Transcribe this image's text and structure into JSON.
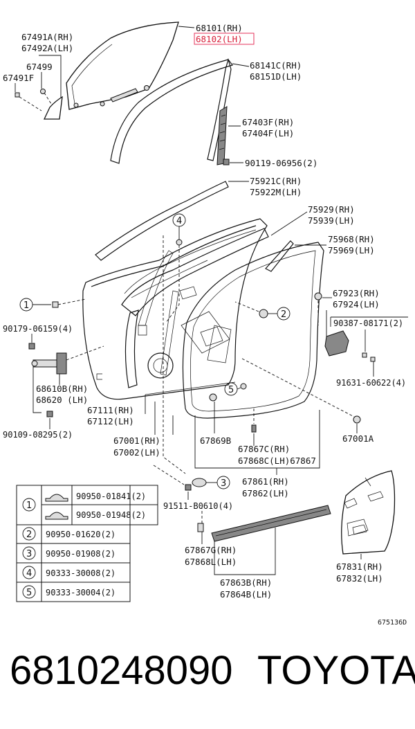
{
  "labels": {
    "p68101": "68101(RH)",
    "p68102": "68102(LH)",
    "p67491a": "67491A(RH)",
    "p67492a": "67492A(LH)",
    "p67499": "67499",
    "p67491f": "67491F",
    "p68141c": "68141C(RH)",
    "p68151d": "68151D(LH)",
    "p67403f": "67403F(RH)",
    "p67404f": "67404F(LH)",
    "p90119": "90119-06956(2)",
    "p75921c": "75921C(RH)",
    "p75922m": "75922M(LH)",
    "p75929": "75929(RH)",
    "p75939": "75939(LH)",
    "p75968": "75968(RH)",
    "p75969": "75969(LH)",
    "p67923": "67923(RH)",
    "p67924": "67924(LH)",
    "p90387": "90387-08171(2)",
    "p91631": "91631-60622(4)",
    "p90179": "90179-06159(4)",
    "p68610b": "68610B(RH)",
    "p68620": "68620  (LH)",
    "p67111": "67111(RH)",
    "p67112": "67112(LH)",
    "p90109": "90109-08295(2)",
    "p67001": "67001(RH)",
    "p67002": "67002(LH)",
    "p67869b": "67869B",
    "p67867c": "67867C(RH)",
    "p67868c": "67868C(LH)67867",
    "p67001a": "67001A",
    "p91511": "91511-B0610(4)",
    "p67861": "67861(RH)",
    "p67862": "67862(LH)",
    "p67867g": "67867G(RH)",
    "p67868l": "67868L(LH)",
    "p67863b": "67863B(RH)",
    "p67864b": "67864B(LH)",
    "p67831": "67831(RH)",
    "p67832": "67832(LH)",
    "drawing_no": "675136D"
  },
  "callouts": {
    "c1": "1",
    "c2": "2",
    "c3": "3",
    "c4": "4",
    "c5": "5"
  },
  "legend": {
    "rows": [
      {
        "num": "1",
        "part": "90950-01841(2)"
      },
      {
        "num": "",
        "part": "90950-01948(2)"
      },
      {
        "num": "2",
        "part": "90950-01620(2)"
      },
      {
        "num": "3",
        "part": "90950-01908(2)"
      },
      {
        "num": "4",
        "part": "90333-30008(2)"
      },
      {
        "num": "5",
        "part": "90333-30004(2)"
      }
    ]
  },
  "footer": {
    "part_number": "6810248090",
    "brand": "TOYOTA"
  },
  "colors": {
    "highlight": "#e4325a",
    "ink": "#111111"
  }
}
